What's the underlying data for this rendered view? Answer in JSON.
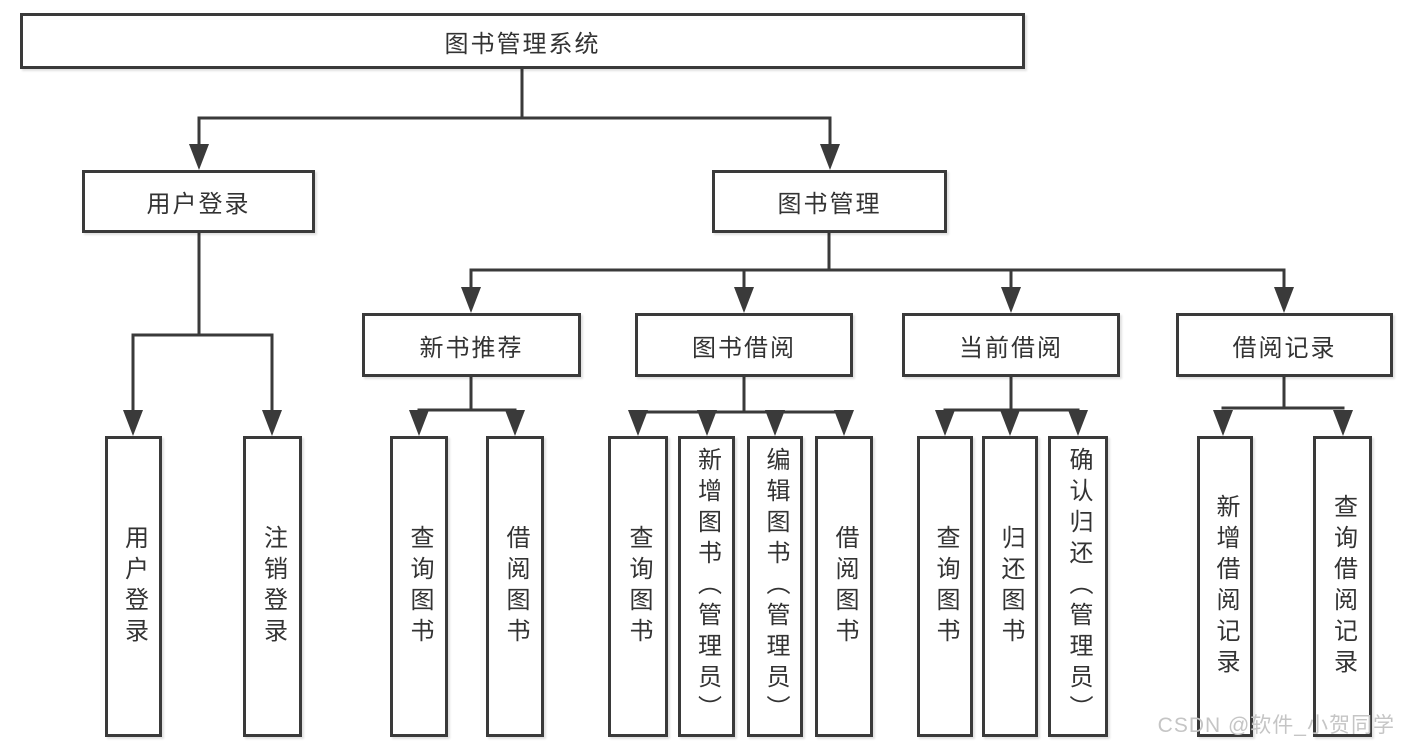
{
  "tree": {
    "label": "图书管理系统",
    "children": [
      {
        "label": "用户登录",
        "children": [
          {
            "label": "用户登录"
          },
          {
            "label": "注销登录"
          }
        ]
      },
      {
        "label": "图书管理",
        "children": [
          {
            "label": "新书推荐",
            "children": [
              {
                "label": "查询图书"
              },
              {
                "label": "借阅图书"
              }
            ]
          },
          {
            "label": "图书借阅",
            "children": [
              {
                "label": "查询图书"
              },
              {
                "label": "新增图书（管理员）"
              },
              {
                "label": "编辑图书（管理员）"
              },
              {
                "label": "借阅图书"
              }
            ]
          },
          {
            "label": "当前借阅",
            "children": [
              {
                "label": "查询图书"
              },
              {
                "label": "归还图书"
              },
              {
                "label": "确认归还（管理员）"
              }
            ]
          },
          {
            "label": "借阅记录",
            "children": [
              {
                "label": "新增借阅记录"
              },
              {
                "label": "查询借阅记录"
              }
            ]
          }
        ]
      }
    ]
  },
  "watermark": {
    "text": "CSDN @软件_小贺同学"
  },
  "colors": {
    "line": "#3a3a3a",
    "text": "#333333",
    "background": "#ffffff",
    "watermark": "#c5c5c5"
  }
}
